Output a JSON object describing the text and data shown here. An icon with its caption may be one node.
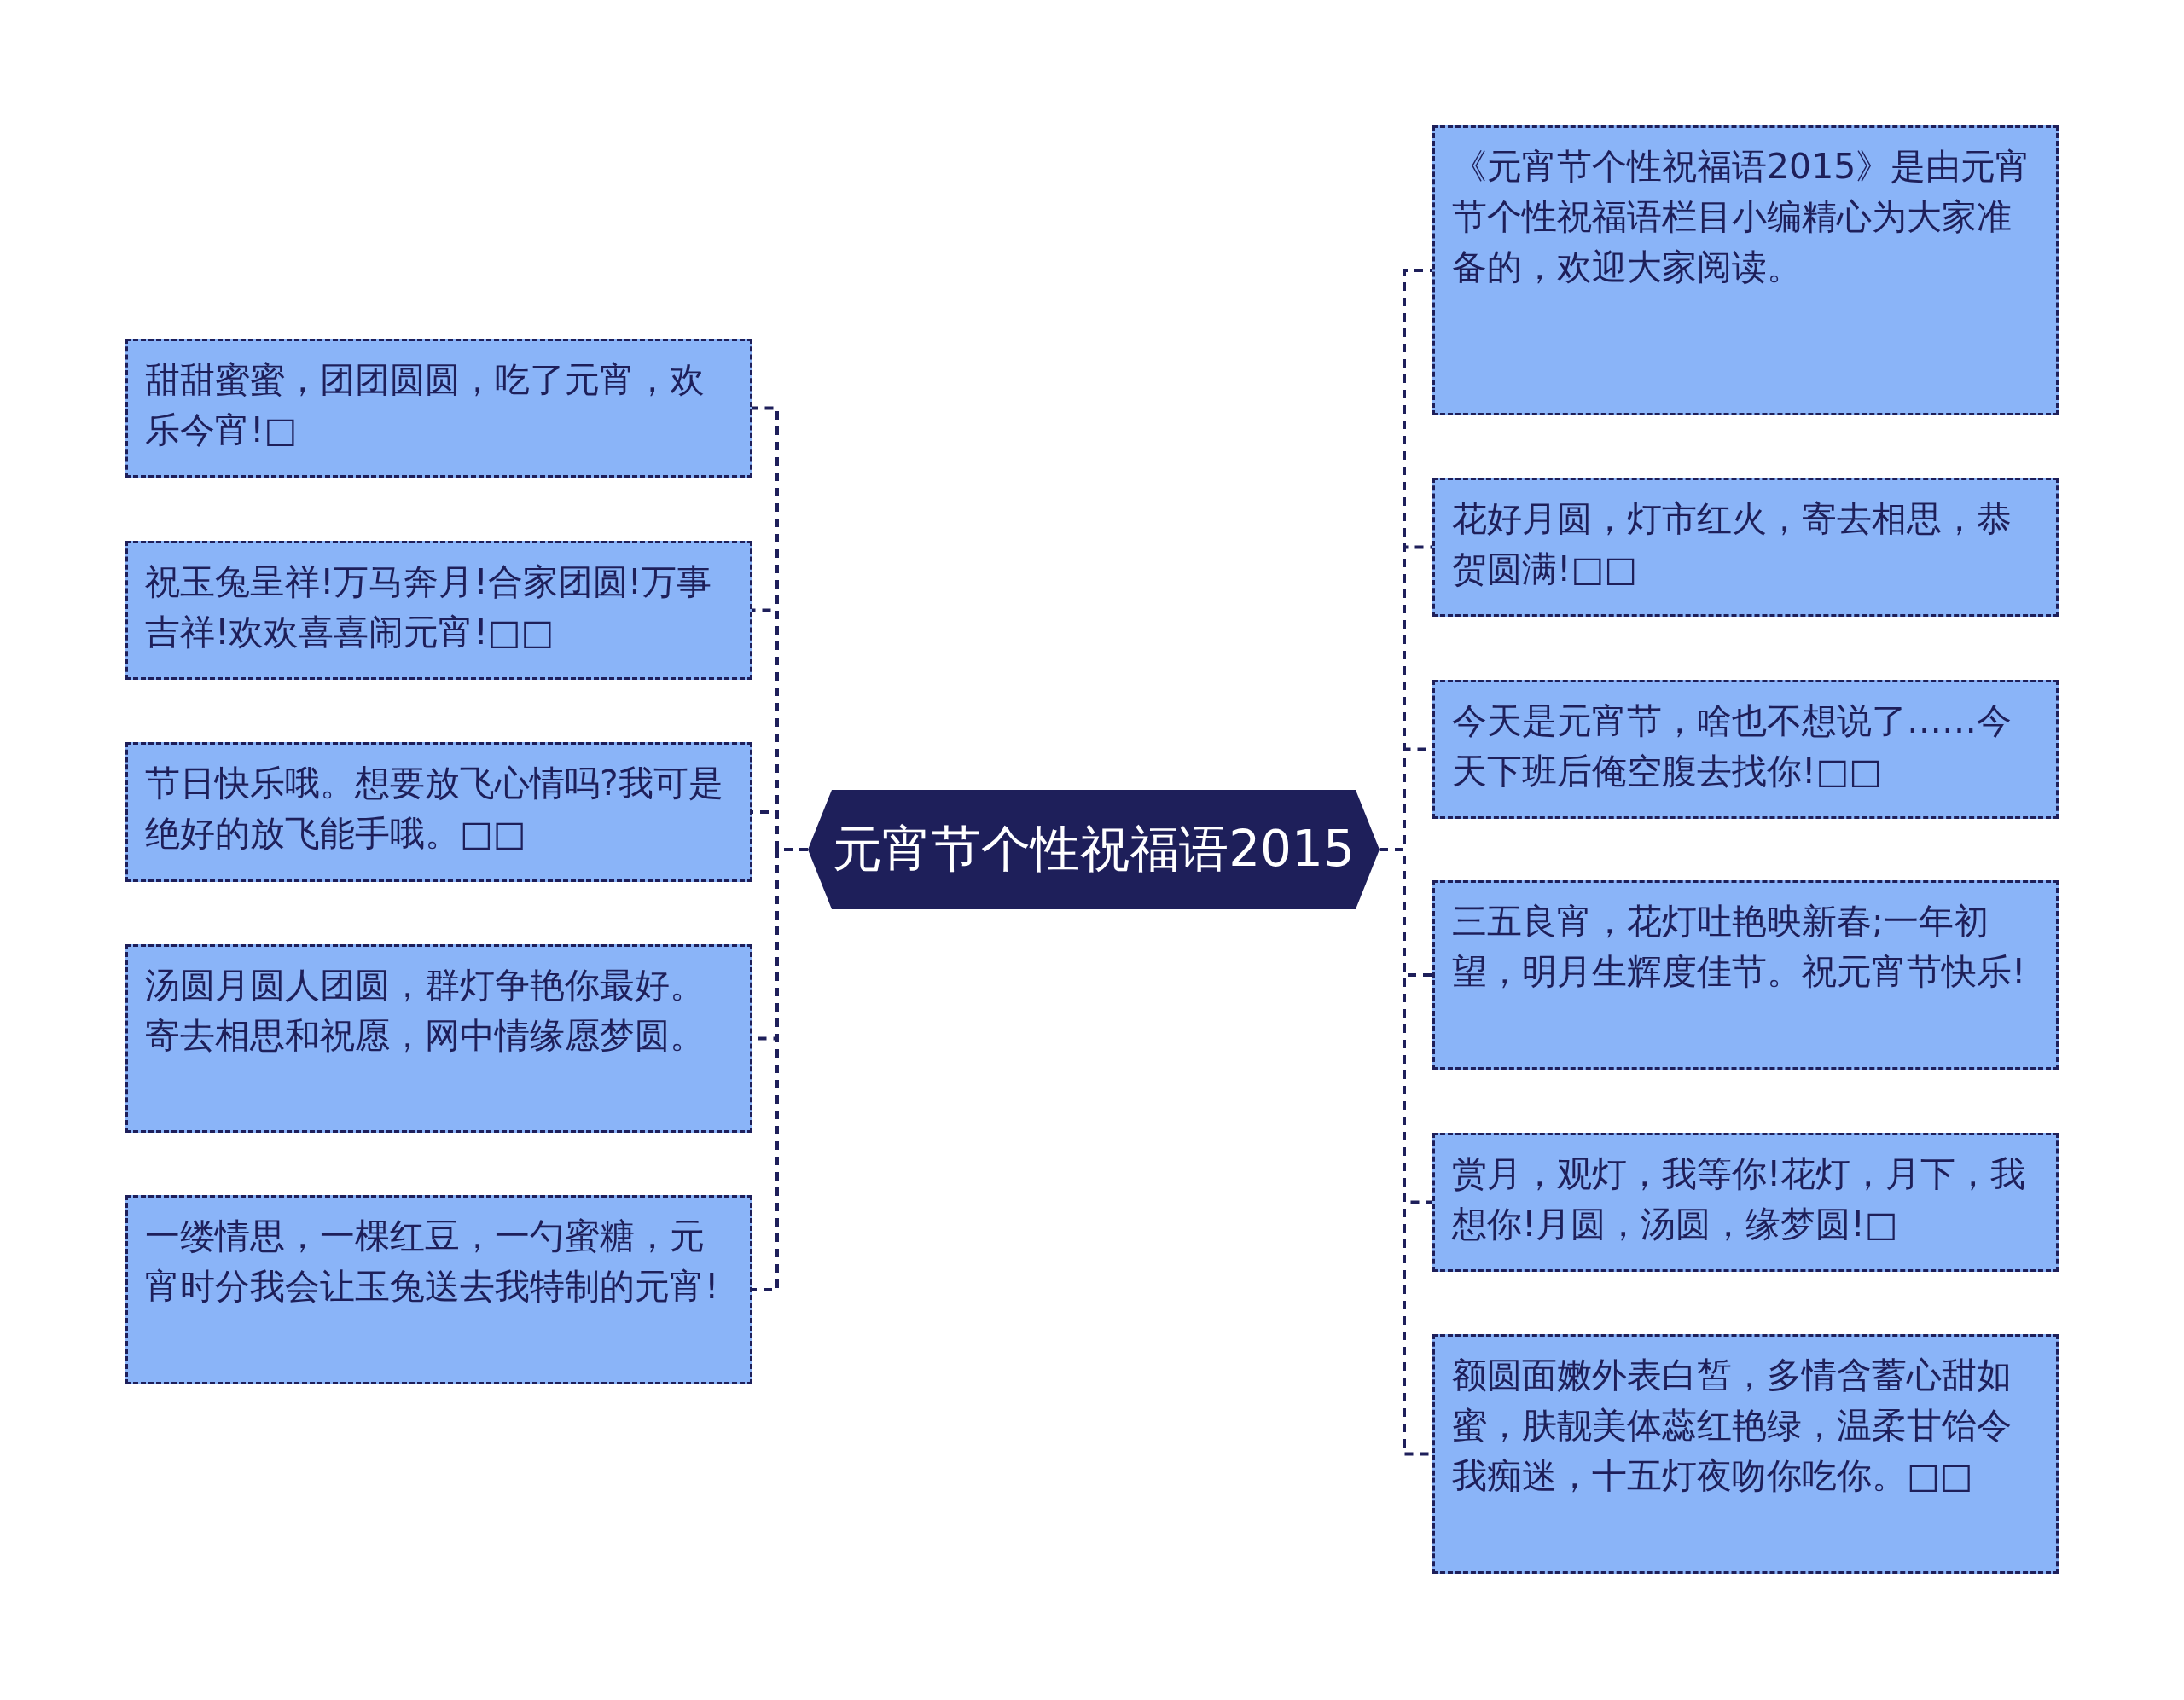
{
  "diagram": {
    "nodes": [
      {
        "text": [
          "元宵节个性祝福语2015"
        ]
      },
      {
        "text": [
          "甜甜蜜蜜，团团圆圆，吃了元宵，欢乐今宵!□"
        ]
      },
      {
        "text": [
          "祝玉兔呈祥!万马奔月!合家团圆!万事吉祥!欢欢喜喜闹元宵!□□"
        ]
      },
      {
        "text": [
          "节日快乐哦。想要放飞心情吗?我可是绝好的放飞能手哦。□□"
        ]
      },
      {
        "text": [
          "汤圆月圆人团圆，群灯争艳你最好。寄去相思和祝愿，网中情缘愿梦圆。"
        ]
      },
      {
        "text": [
          "一缕情思，一棵红豆，一勺蜜糖，元宵时分我会让玉兔送去我特制的元宵!"
        ]
      },
      {
        "text": [
          "《元宵节个性祝福语2015》是由元宵节个性祝福语栏目小编精心为大家准备的，欢迎大家阅读。"
        ]
      },
      {
        "text": [
          "花好月圆，灯市红火，寄去相思，恭贺圆满!□□"
        ]
      },
      {
        "text": [
          "今天是元宵节，啥也不想说了……今天下班后俺空腹去找你!□□"
        ]
      },
      {
        "text": [
          "三五良宵，花灯吐艳映新春;一年初望，明月生辉度佳节。祝元宵节快乐!"
        ]
      },
      {
        "text": [
          "赏月，观灯，我等你!花灯，月下，我想你!月圆，汤圆，缘梦圆!□"
        ]
      },
      {
        "text": [
          "额圆面嫩外表白皙，多情含蓄心甜如蜜，肤靓美体蕊红艳绿，温柔甘饴令我痴迷，十五灯夜吻你吃你。□□"
        ]
      }
    ],
    "edges": [
      {
        "from": 0,
        "to": 1,
        "arrow": "none",
        "style": "dashed"
      },
      {
        "from": 0,
        "to": 2,
        "arrow": "none",
        "style": "dashed"
      },
      {
        "from": 0,
        "to": 3,
        "arrow": "none",
        "style": "dashed"
      },
      {
        "from": 0,
        "to": 4,
        "arrow": "none",
        "style": "dashed"
      },
      {
        "from": 0,
        "to": 5,
        "arrow": "none",
        "style": "dashed"
      },
      {
        "from": 0,
        "to": 6,
        "arrow": "none",
        "style": "dashed"
      },
      {
        "from": 0,
        "to": 7,
        "arrow": "none",
        "style": "dashed"
      },
      {
        "from": 0,
        "to": 8,
        "arrow": "none",
        "style": "dashed"
      },
      {
        "from": 0,
        "to": 9,
        "arrow": "none",
        "style": "dashed"
      },
      {
        "from": 0,
        "to": 10,
        "arrow": "none",
        "style": "dashed"
      },
      {
        "from": 0,
        "to": 11,
        "arrow": "none",
        "style": "dashed"
      }
    ]
  }
}
